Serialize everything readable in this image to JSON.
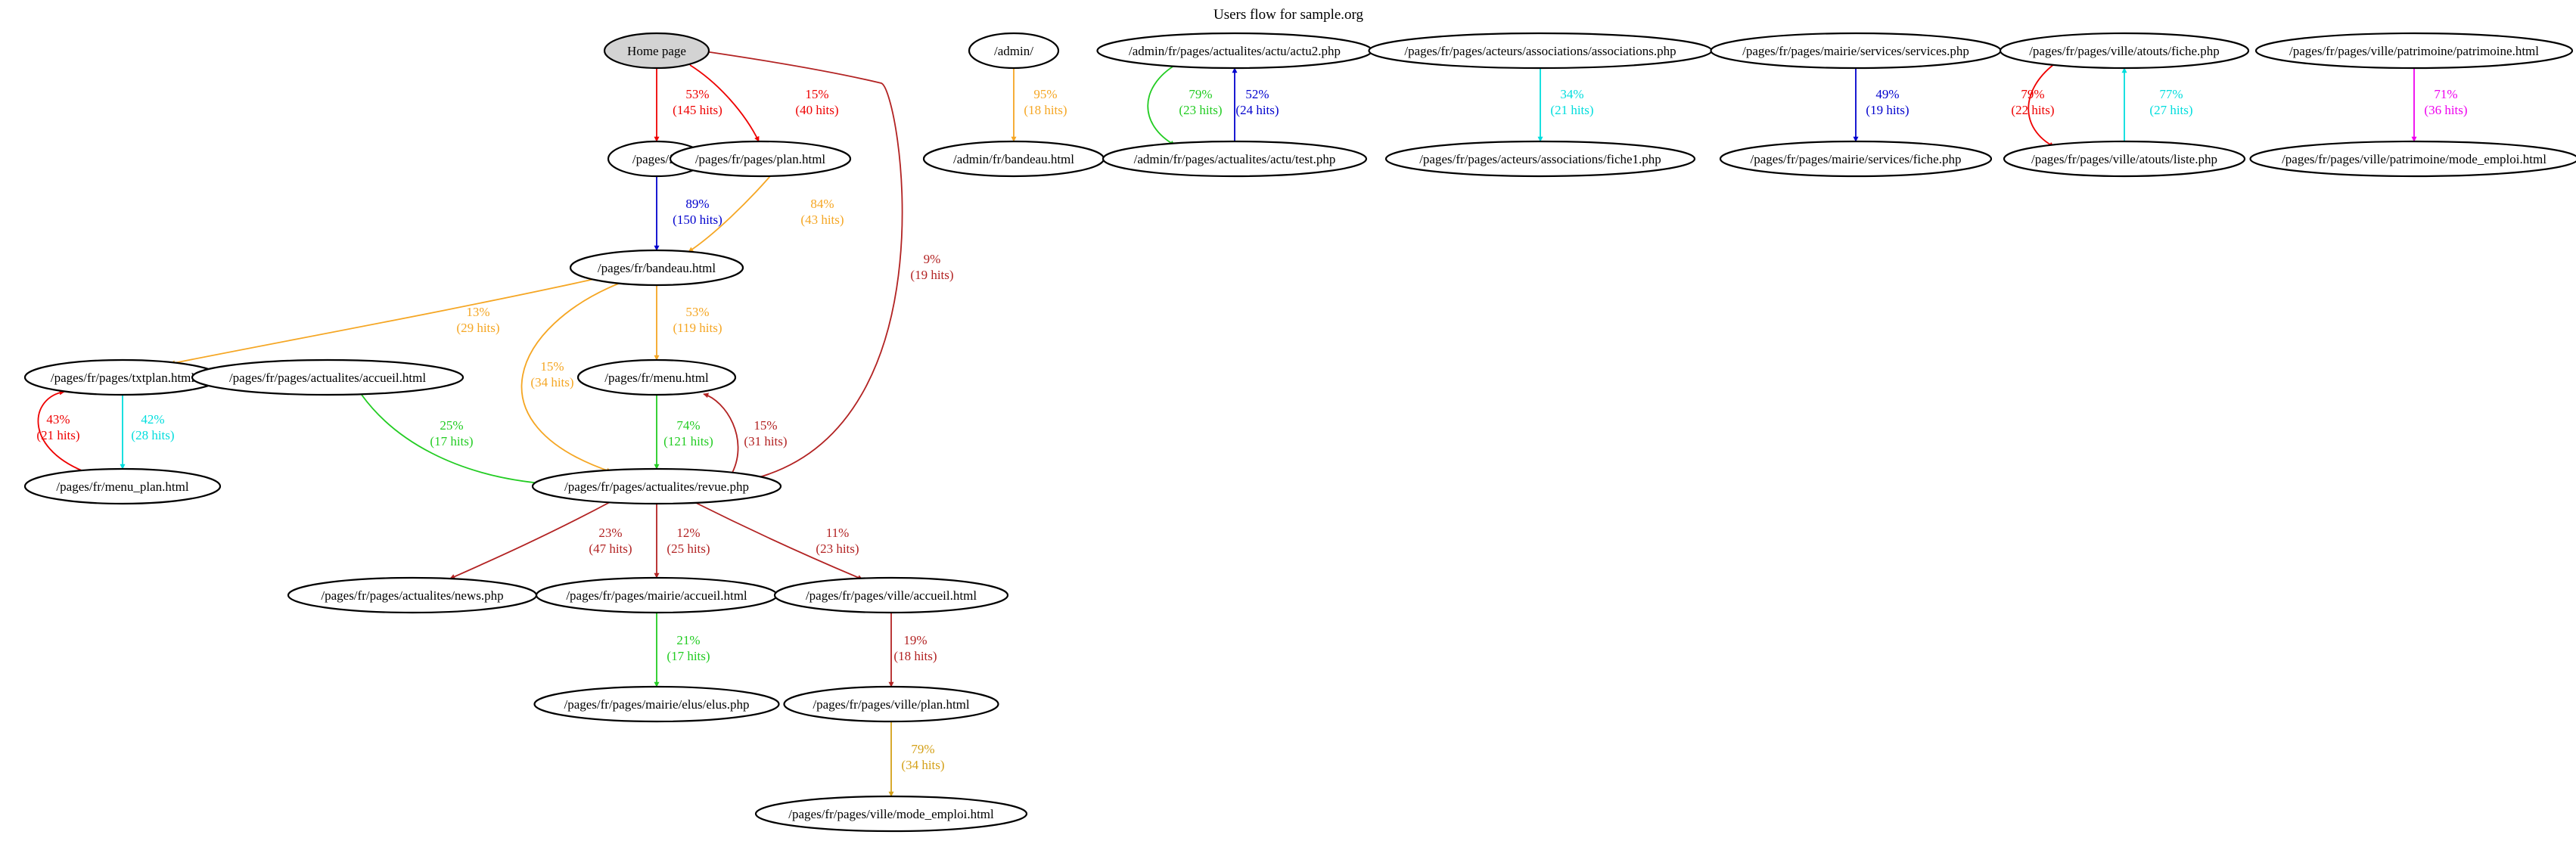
{
  "title": "Users flow for sample.org",
  "nodes": [
    {
      "id": "home",
      "label": "Home page",
      "style": "filled"
    },
    {
      "id": "fr",
      "label": "/pages/fr/"
    },
    {
      "id": "plan",
      "label": "/pages/fr/pages/plan.html"
    },
    {
      "id": "bandeau",
      "label": "/pages/fr/bandeau.html"
    },
    {
      "id": "txtplan",
      "label": "/pages/fr/pages/txtplan.html"
    },
    {
      "id": "accueil",
      "label": "/pages/fr/pages/actualites/accueil.html"
    },
    {
      "id": "menu",
      "label": "/pages/fr/menu.html"
    },
    {
      "id": "menuplan",
      "label": "/pages/fr/menu_plan.html"
    },
    {
      "id": "revue",
      "label": "/pages/fr/pages/actualites/revue.php"
    },
    {
      "id": "news",
      "label": "/pages/fr/pages/actualites/news.php"
    },
    {
      "id": "mairieacc",
      "label": "/pages/fr/pages/mairie/accueil.html"
    },
    {
      "id": "villeacc",
      "label": "/pages/fr/pages/ville/accueil.html"
    },
    {
      "id": "elus",
      "label": "/pages/fr/pages/mairie/elus/elus.php"
    },
    {
      "id": "villeplan",
      "label": "/pages/fr/pages/ville/plan.html"
    },
    {
      "id": "villemode",
      "label": "/pages/fr/pages/ville/mode_emploi.html"
    },
    {
      "id": "admin",
      "label": "/admin/"
    },
    {
      "id": "adminbandeau",
      "label": "/admin/fr/bandeau.html"
    },
    {
      "id": "actu2",
      "label": "/admin/fr/pages/actualites/actu/actu2.php"
    },
    {
      "id": "test",
      "label": "/admin/fr/pages/actualites/actu/test.php"
    },
    {
      "id": "assoc",
      "label": "/pages/fr/pages/acteurs/associations/associations.php"
    },
    {
      "id": "fiche1",
      "label": "/pages/fr/pages/acteurs/associations/fiche1.php"
    },
    {
      "id": "services",
      "label": "/pages/fr/pages/mairie/services/services.php"
    },
    {
      "id": "servfiche",
      "label": "/pages/fr/pages/mairie/services/fiche.php"
    },
    {
      "id": "atoutsfiche",
      "label": "/pages/fr/pages/ville/atouts/fiche.php"
    },
    {
      "id": "atoutsliste",
      "label": "/pages/fr/pages/ville/atouts/liste.php"
    },
    {
      "id": "patrimoine",
      "label": "/pages/fr/pages/ville/patrimoine/patrimoine.html"
    },
    {
      "id": "patrimode",
      "label": "/pages/fr/pages/ville/patrimoine/mode_emploi.html"
    }
  ],
  "edges": [
    {
      "from": "home",
      "to": "fr",
      "percent": "53%",
      "hits": "(145 hits)",
      "color": "#ee0000"
    },
    {
      "from": "home",
      "to": "plan",
      "percent": "15%",
      "hits": "(40 hits)",
      "color": "#ee0000"
    },
    {
      "from": "fr",
      "to": "bandeau",
      "percent": "89%",
      "hits": "(150 hits)",
      "color": "#0000cd"
    },
    {
      "from": "plan",
      "to": "bandeau",
      "percent": "84%",
      "hits": "(43 hits)",
      "color": "#f5a623"
    },
    {
      "from": "bandeau",
      "to": "txtplan",
      "percent": "13%",
      "hits": "(29 hits)",
      "color": "#f5a623"
    },
    {
      "from": "bandeau",
      "to": "menu",
      "percent": "53%",
      "hits": "(119 hits)",
      "color": "#f5a623"
    },
    {
      "from": "bandeau",
      "to": "revue",
      "percent": "15%",
      "hits": "(34 hits)",
      "color": "#f5a623"
    },
    {
      "from": "revue",
      "to": "home",
      "percent": "9%",
      "hits": "(19 hits)",
      "color": "#b22222"
    },
    {
      "from": "txtplan",
      "to": "menuplan",
      "percent": "42%",
      "hits": "(28 hits)",
      "color": "#00dddd"
    },
    {
      "from": "menuplan",
      "to": "txtplan",
      "percent": "43%",
      "hits": "(21 hits)",
      "color": "#ee0000"
    },
    {
      "from": "accueil",
      "to": "revue",
      "percent": "25%",
      "hits": "(17 hits)",
      "color": "#22cc22"
    },
    {
      "from": "menu",
      "to": "revue",
      "percent": "74%",
      "hits": "(121 hits)",
      "color": "#22cc22"
    },
    {
      "from": "revue",
      "to": "menu",
      "percent": "15%",
      "hits": "(31 hits)",
      "color": "#b22222"
    },
    {
      "from": "revue",
      "to": "news",
      "percent": "23%",
      "hits": "(47 hits)",
      "color": "#b22222"
    },
    {
      "from": "revue",
      "to": "mairieacc",
      "percent": "12%",
      "hits": "(25 hits)",
      "color": "#b22222"
    },
    {
      "from": "revue",
      "to": "villeacc",
      "percent": "11%",
      "hits": "(23 hits)",
      "color": "#b22222"
    },
    {
      "from": "mairieacc",
      "to": "elus",
      "percent": "21%",
      "hits": "(17 hits)",
      "color": "#22cc22"
    },
    {
      "from": "villeacc",
      "to": "villeplan",
      "percent": "19%",
      "hits": "(18 hits)",
      "color": "#b22222"
    },
    {
      "from": "villeplan",
      "to": "villemode",
      "percent": "79%",
      "hits": "(34 hits)",
      "color": "#d4a017"
    },
    {
      "from": "admin",
      "to": "adminbandeau",
      "percent": "95%",
      "hits": "(18 hits)",
      "color": "#f5a623"
    },
    {
      "from": "actu2",
      "to": "test",
      "percent": "79%",
      "hits": "(23 hits)",
      "color": "#22cc22"
    },
    {
      "from": "test",
      "to": "actu2",
      "percent": "52%",
      "hits": "(24 hits)",
      "color": "#0000cd"
    },
    {
      "from": "assoc",
      "to": "fiche1",
      "percent": "34%",
      "hits": "(21 hits)",
      "color": "#00dddd"
    },
    {
      "from": "services",
      "to": "servfiche",
      "percent": "49%",
      "hits": "(19 hits)",
      "color": "#0000cd"
    },
    {
      "from": "atoutsfiche",
      "to": "atoutsliste",
      "percent": "79%",
      "hits": "(22 hits)",
      "color": "#ee0000"
    },
    {
      "from": "atoutsliste",
      "to": "atoutsfiche",
      "percent": "77%",
      "hits": "(27 hits)",
      "color": "#00dddd"
    },
    {
      "from": "patrimoine",
      "to": "patrimode",
      "percent": "71%",
      "hits": "(36 hits)",
      "color": "#ee00ee"
    }
  ]
}
